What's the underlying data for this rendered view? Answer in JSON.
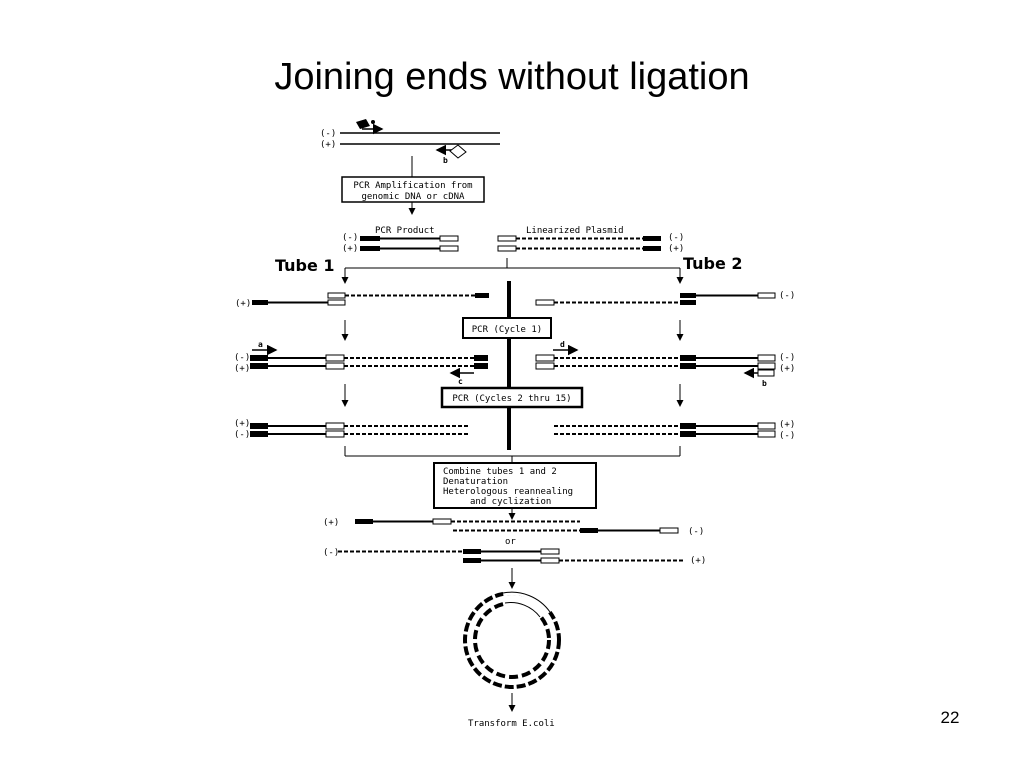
{
  "slide": {
    "title": "Joining ends without ligation",
    "page_number": "22"
  },
  "diagram": {
    "box_pcr_amplification": [
      "PCR Amplification from",
      "genomic DNA or cDNA"
    ],
    "label_pcr_product": "PCR Product",
    "label_linearized_plasmid": "Linearized Plasmid",
    "label_tube1": "Tube 1",
    "label_tube2": "Tube 2",
    "box_pcr_cycle1": "PCR (Cycle 1)",
    "box_pcr_cycles2": "PCR (Cycles 2 thru 15)",
    "box_combine": [
      "Combine tubes 1 and 2",
      "Denaturation",
      "Heterologous reannealing",
      "and cyclization"
    ],
    "label_or": "or",
    "label_transform": "Transform E.coli",
    "strand_minus": "(-)",
    "strand_plus": "(+)",
    "primer_a": "a",
    "primer_b": "b",
    "primer_c": "c",
    "primer_d": "d"
  }
}
